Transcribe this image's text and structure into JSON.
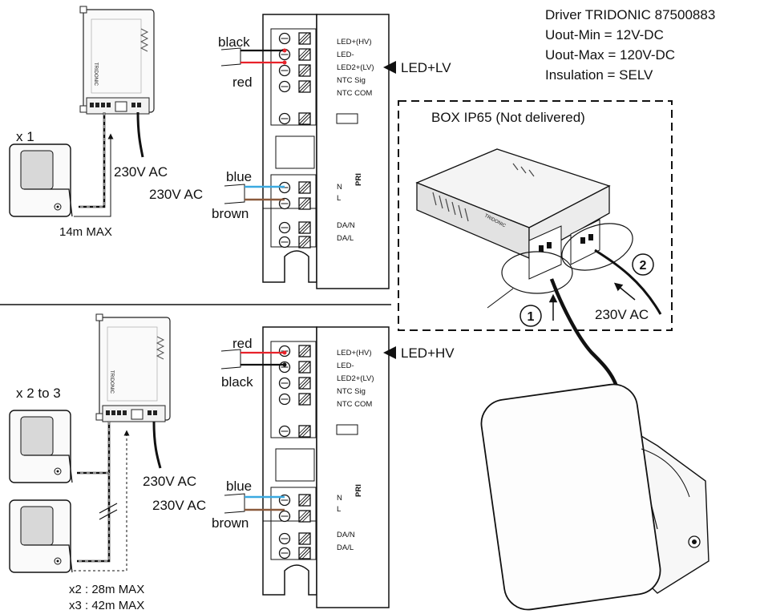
{
  "driver_info": {
    "line1": "Driver TRIDONIC 87500883",
    "line2": "Uout-Min = 12V-DC",
    "line3": "Uout-Max = 120V-DC",
    "line4": "Insulation = SELV"
  },
  "box": {
    "label": "BOX IP65 (Not delivered)"
  },
  "top_setup": {
    "quantity": "x 1",
    "mains": "230V AC",
    "distance": "14m MAX",
    "output_mode": "LED+LV",
    "wire_upper": "black",
    "wire_lower": "red",
    "mains_wire_upper": "blue",
    "mains_wire_lower": "brown",
    "mains_terminal": "230V AC"
  },
  "bottom_setup": {
    "quantity": "x 2 to 3",
    "mains": "230V AC",
    "distance_x2": "x2 : 28m MAX",
    "distance_x3": "x3 : 42m MAX",
    "output_mode": "LED+HV",
    "wire_upper": "red",
    "wire_lower": "black",
    "mains_wire_upper": "blue",
    "mains_wire_lower": "brown",
    "mains_terminal": "230V AC"
  },
  "terminals": {
    "led_hv": "LED+(HV)",
    "led_minus": "LED-",
    "led2_lv": "LED2+(LV)",
    "ntc_sig": "NTC Sig",
    "ntc_com": "NTC COM",
    "n": "N",
    "l": "L",
    "pri": "PRI",
    "da_n": "DA/N",
    "da_l": "DA/L"
  },
  "brand": "TRIDONIC",
  "callouts": {
    "one": "1",
    "two": "2",
    "mains": "230V AC"
  },
  "colors": {
    "red": "#e8222a",
    "blue": "#3aa9e0",
    "brown": "#8b5a3c",
    "black": "#111111"
  }
}
